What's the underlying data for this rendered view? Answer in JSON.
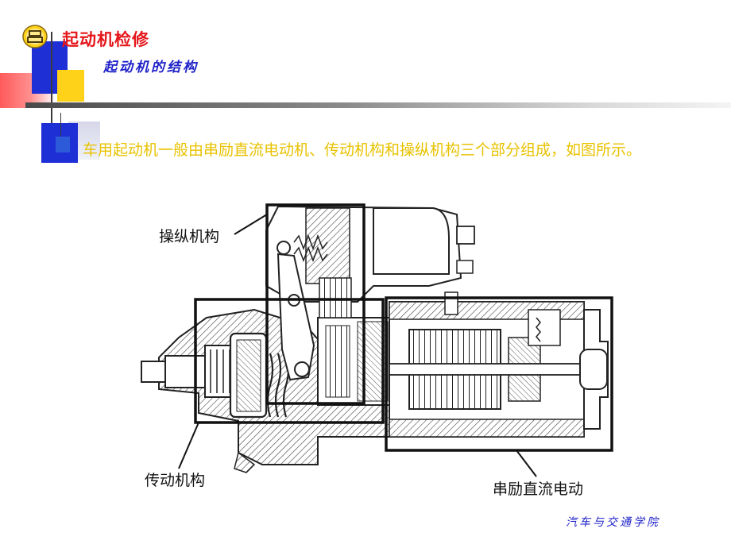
{
  "header": {
    "title": "起动机检修",
    "subtitle": "起动机的结构"
  },
  "body": {
    "paragraph": "车用起动机一般由串励直流电动机、传动机构和操纵机构三个部分组成，如图所示。"
  },
  "diagram": {
    "labels": {
      "operating_mechanism": "操纵机构",
      "transmission_mechanism": "传动机构",
      "dc_motor": "串励直流电动"
    }
  },
  "footer": {
    "institution": "汽车与交通学院"
  },
  "colors": {
    "title_red": "#e5171b",
    "subtitle_blue": "#1f22c8",
    "text_yellow": "#e8c200",
    "accent_blue": "#1f2fd6",
    "accent_yellow": "#ffd21a"
  }
}
